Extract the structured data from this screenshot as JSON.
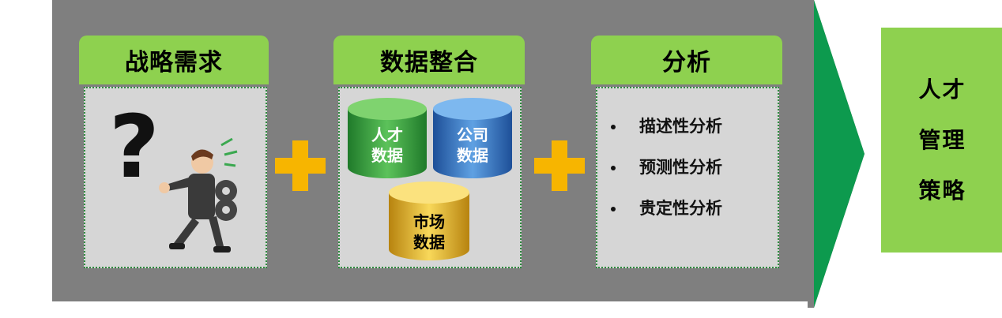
{
  "steps": {
    "strategy": {
      "title": "战略需求"
    },
    "data": {
      "title": "数据整合"
    },
    "analysis": {
      "title": "分析"
    }
  },
  "cylinders": {
    "talent": {
      "line1": "人才",
      "line2": "数据"
    },
    "company": {
      "line1": "公司",
      "line2": "数据"
    },
    "market": {
      "line1": "市场",
      "line2": "数据"
    }
  },
  "analysis_items": [
    "描述性分析",
    "预测性分析",
    "贵定性分析"
  ],
  "result": {
    "line1": "人才",
    "line2": "管理",
    "line3": "策略"
  },
  "colors": {
    "panel": "#7f7f7f",
    "header_green": "#8ed14f",
    "arrow_green": "#0d9a4e",
    "plus_yellow": "#f7b500",
    "cyl_green": "#2f9e3a",
    "cyl_blue": "#2f74c0",
    "cyl_yellow": "#e3b21b"
  }
}
